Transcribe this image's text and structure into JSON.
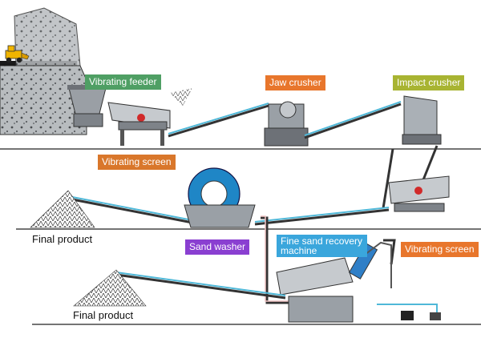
{
  "labels": {
    "vibrating_feeder": "Vibrating feeder",
    "jaw_crusher": "Jaw crusher",
    "impact_crusher": "Impact crusher",
    "vibrating_screen_1": "Vibrating screen",
    "final_product_1": "Final product",
    "sand_washer": "Sand washer",
    "fine_sand_recovery": "Fine sand recovery machine",
    "vibrating_screen_2": "Vibrating screen",
    "final_product_2": "Final product"
  },
  "colors": {
    "feeder": "#4f9f64",
    "jaw": "#e8762c",
    "impact": "#a8b432",
    "screen": "#d9772b",
    "washer": "#8a3fd1",
    "fine_sand": "#3aa6dc",
    "screen2": "#e8762c",
    "conveyor_belt": "#4fb8d8",
    "machine_gray": "#8a8f95",
    "wheel_blue": "#1f86c6"
  },
  "icons": {
    "loader": "wheel-loader-icon",
    "stockpile": "stockpile-icon"
  }
}
